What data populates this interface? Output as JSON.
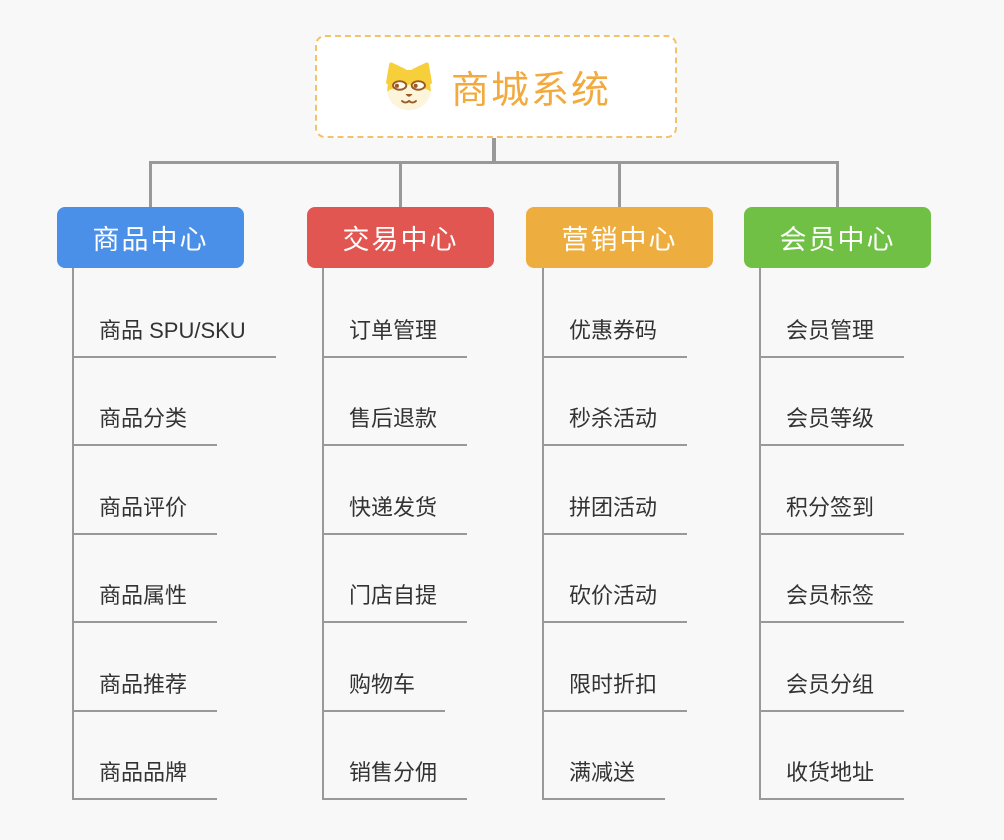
{
  "root": {
    "title": "商城系统",
    "icon": "shiba-dog-icon"
  },
  "branches": [
    {
      "label": "商品中心",
      "color": "#4b90e8",
      "children": [
        "商品 SPU/SKU",
        "商品分类",
        "商品评价",
        "商品属性",
        "商品推荐",
        "商品品牌"
      ]
    },
    {
      "label": "交易中心",
      "color": "#e25652",
      "children": [
        "订单管理",
        "售后退款",
        "快递发货",
        "门店自提",
        "购物车",
        "销售分佣"
      ]
    },
    {
      "label": "营销中心",
      "color": "#eeae3f",
      "children": [
        "优惠券码",
        "秒杀活动",
        "拼团活动",
        "砍价活动",
        "限时折扣",
        "满减送"
      ]
    },
    {
      "label": "会员中心",
      "color": "#6fc044",
      "children": [
        "会员管理",
        "会员等级",
        "积分签到",
        "会员标签",
        "会员分组",
        "收货地址"
      ]
    }
  ],
  "colors": {
    "background": "#f8f8f8",
    "connector": "#999999",
    "leaf_text": "#333333",
    "root_title": "#f2a93e",
    "root_border": "#f3c36b"
  }
}
